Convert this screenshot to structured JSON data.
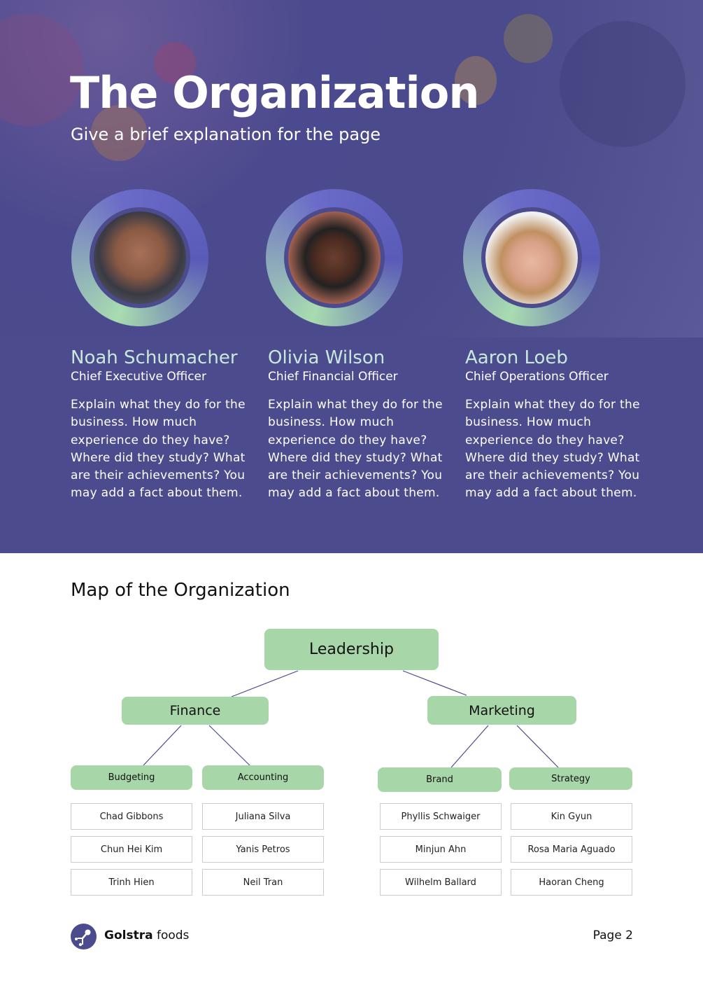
{
  "header": {
    "title": "The Organization",
    "subtitle": "Give a brief explanation for the page"
  },
  "people": [
    {
      "name": "Noah Schumacher",
      "role": "Chief Executive Officer",
      "desc": "Explain what they do for the business. How much experience do they have? Where did they study? What are their achievements? You may add a fact about them."
    },
    {
      "name": "Olivia Wilson",
      "role": "Chief Financial Officer",
      "desc": "Explain what they do for the business. How much experience do they have? Where did they study? What are their achievements? You may add a fact about them."
    },
    {
      "name": "Aaron Loeb",
      "role": "Chief Operations Officer",
      "desc": "Explain what they do for the business. How much experience do they have? Where did they study? What are their achievements? You may add a fact about them."
    }
  ],
  "map": {
    "title": "Map of the Organization",
    "root": "Leadership",
    "departments": [
      "Finance",
      "Marketing"
    ],
    "teams": [
      "Budgeting",
      "Accounting",
      "Brand",
      "Strategy"
    ],
    "members": [
      [
        "Chad Gibbons",
        "Chun Hei Kim",
        "Trinh Hien"
      ],
      [
        "Juliana Silva",
        "Yanis Petros",
        "Neil Tran"
      ],
      [
        "Phyllis Schwaiger",
        "Minjun Ahn",
        "Wilhelm Ballard"
      ],
      [
        "Kin Gyun",
        "Rosa Maria Aguado",
        "Haoran Cheng"
      ]
    ]
  },
  "footer": {
    "brand_bold": "Golstra",
    "brand_rest": " foods",
    "page": "Page 2"
  },
  "colors": {
    "purple": "#4b4b8e",
    "green": "#a7d6a8",
    "mint": "#c9e8dc"
  }
}
